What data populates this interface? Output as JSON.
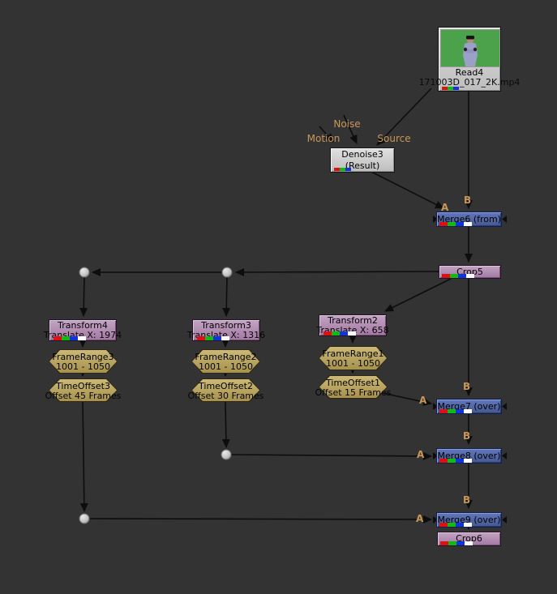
{
  "app": {
    "title": "Nuke node graph"
  },
  "colors": {
    "background": "#333333",
    "node_gray": "#c6c6c6",
    "node_blue": "#4f63ad",
    "node_mauve": "#ab81ab",
    "node_khaki": "#b3a05c",
    "wire": "#0d0d0d",
    "port_label": "#c89758",
    "green_screen": "#4ba24a"
  },
  "ports": {
    "a": "A",
    "b": "B"
  },
  "nodes": {
    "read4": {
      "title": "Read4",
      "file": "171003D_017_2K.mp4"
    },
    "denoise3": {
      "title": "Denoise3",
      "subtitle": "(Result)",
      "inputs": {
        "noise": "Noise",
        "motion": "Motion",
        "source": "Source"
      }
    },
    "merge6": {
      "title": "Merge6 (from)"
    },
    "crop5": {
      "title": "Crop5"
    },
    "transform4": {
      "title": "Transform4",
      "label": "Translate X: 1974"
    },
    "framerange3": {
      "title": "FrameRange3",
      "label": "1001 - 1050"
    },
    "timeoffset3": {
      "title": "TimeOffset3",
      "label": "Offset 45 Frames"
    },
    "transform3": {
      "title": "Transform3",
      "label": "Translate X: 1316"
    },
    "framerange2": {
      "title": "FrameRange2",
      "label": "1001 - 1050"
    },
    "timeoffset2": {
      "title": "TimeOffset2",
      "label": "Offset 30 Frames"
    },
    "transform2": {
      "title": "Transform2",
      "label": "Translate X: 658"
    },
    "framerange1": {
      "title": "FrameRange1",
      "label": "1001 - 1050"
    },
    "timeoffset1": {
      "title": "TimeOffset1",
      "label": "Offset 15 Frames"
    },
    "merge7": {
      "title": "Merge7 (over)"
    },
    "merge8": {
      "title": "Merge8 (over)"
    },
    "merge9": {
      "title": "Merge9 (over)"
    },
    "crop6": {
      "title": "Crop6"
    }
  }
}
